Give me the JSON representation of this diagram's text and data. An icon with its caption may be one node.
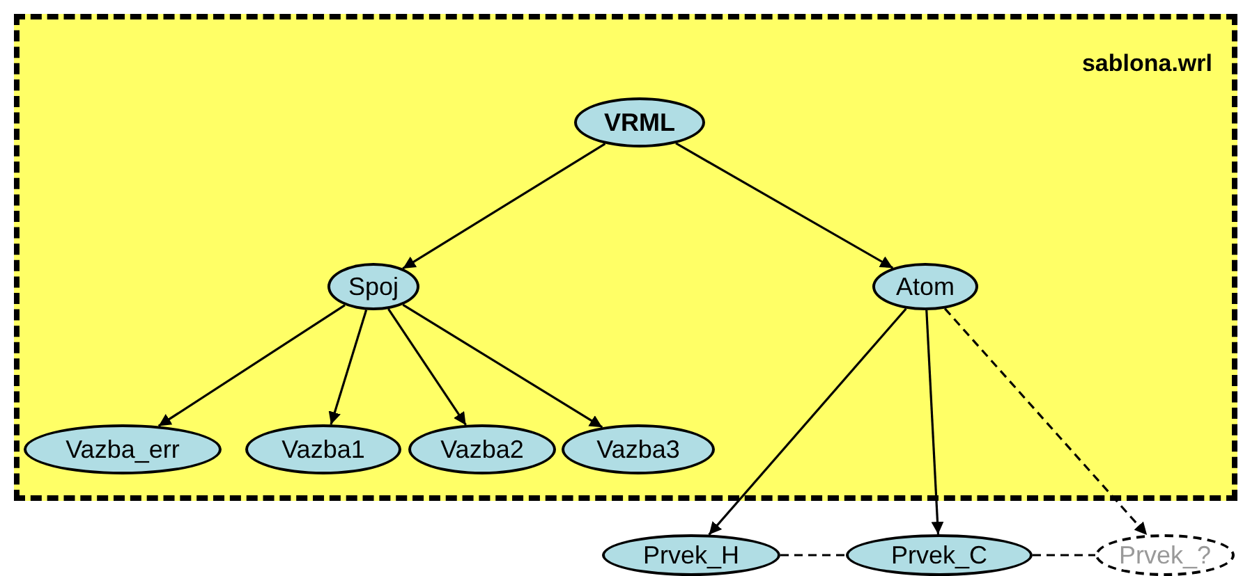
{
  "diagram": {
    "nodes": [
      {
        "text": [
          "sablona.wrl"
        ]
      },
      {
        "text": [
          "VRML"
        ],
        "in": 0
      },
      {
        "text": [
          "Spoj"
        ],
        "in": 0
      },
      {
        "text": [
          "Atom"
        ],
        "in": 0
      },
      {
        "text": [
          "Vazba_err"
        ],
        "in": 0
      },
      {
        "text": [
          "Vazba1"
        ],
        "in": 0
      },
      {
        "text": [
          "Vazba2"
        ],
        "in": 0
      },
      {
        "text": [
          "Vazba3"
        ],
        "in": 0
      },
      {
        "text": [
          "Prvek_H"
        ]
      },
      {
        "text": [
          "Prvek_C"
        ]
      },
      {
        "text": [
          "Prvek_?"
        ]
      }
    ],
    "edges": [
      {
        "from": 1,
        "to": 2,
        "arrow": "to"
      },
      {
        "from": 1,
        "to": 3,
        "arrow": "to"
      },
      {
        "from": 2,
        "to": 4,
        "arrow": "to"
      },
      {
        "from": 2,
        "to": 5,
        "arrow": "to"
      },
      {
        "from": 2,
        "to": 6,
        "arrow": "to"
      },
      {
        "from": 2,
        "to": 7,
        "arrow": "to"
      },
      {
        "from": 3,
        "to": 8,
        "arrow": "to"
      },
      {
        "from": 3,
        "to": 9,
        "arrow": "to"
      },
      {
        "from": 3,
        "to": 10,
        "arrow": "to",
        "style": "dashed"
      },
      {
        "from": 8,
        "to": 9,
        "arrow": "none",
        "style": "dashed"
      },
      {
        "from": 9,
        "to": 10,
        "arrow": "none",
        "style": "dashed"
      }
    ]
  }
}
